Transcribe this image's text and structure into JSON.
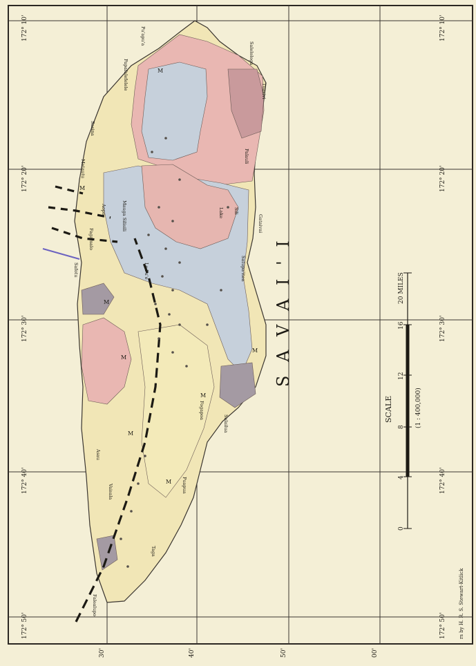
{
  "map": {
    "island_name": "S A V A I ' I",
    "scale_title": "SCALE",
    "scale_ratio": "(1 : 400,000)",
    "scale_ticks": [
      "0",
      "4",
      "8",
      "12",
      "16",
      "20 MILES"
    ],
    "longitudes": [
      "172° 10'",
      "172° 20'",
      "172° 30'",
      "172° 40'",
      "172° 50'"
    ],
    "latitudes": [
      "30'",
      "40'",
      "50'",
      "00'"
    ],
    "credit": "rs by H. R. S. Stewart-Kitlick",
    "region_letter": "M",
    "place_names": [
      "Falealupo",
      "Safotu",
      "Matautu",
      "Asau",
      "Salelologa",
      "Palauli",
      "Satupa'itea",
      "Gataivai",
      "Tuasivi",
      "Fagamalo",
      "Sasina",
      "Aopo",
      "Le Pu'e",
      "Mauga Silisili",
      "Lake",
      "Sili",
      "Puapua",
      "Fogapoa",
      "Salailua",
      "Taga",
      "Vaisala",
      "Pu'apu'a",
      "Papafalefelele",
      "Falealupo"
    ],
    "colors": {
      "pink": "#e9b7b2",
      "mauve": "#c99a9c",
      "blue": "#c6d0db",
      "yellow": "#f3eab9",
      "cream": "#eee2b5",
      "grey": "#a49aa3"
    }
  }
}
